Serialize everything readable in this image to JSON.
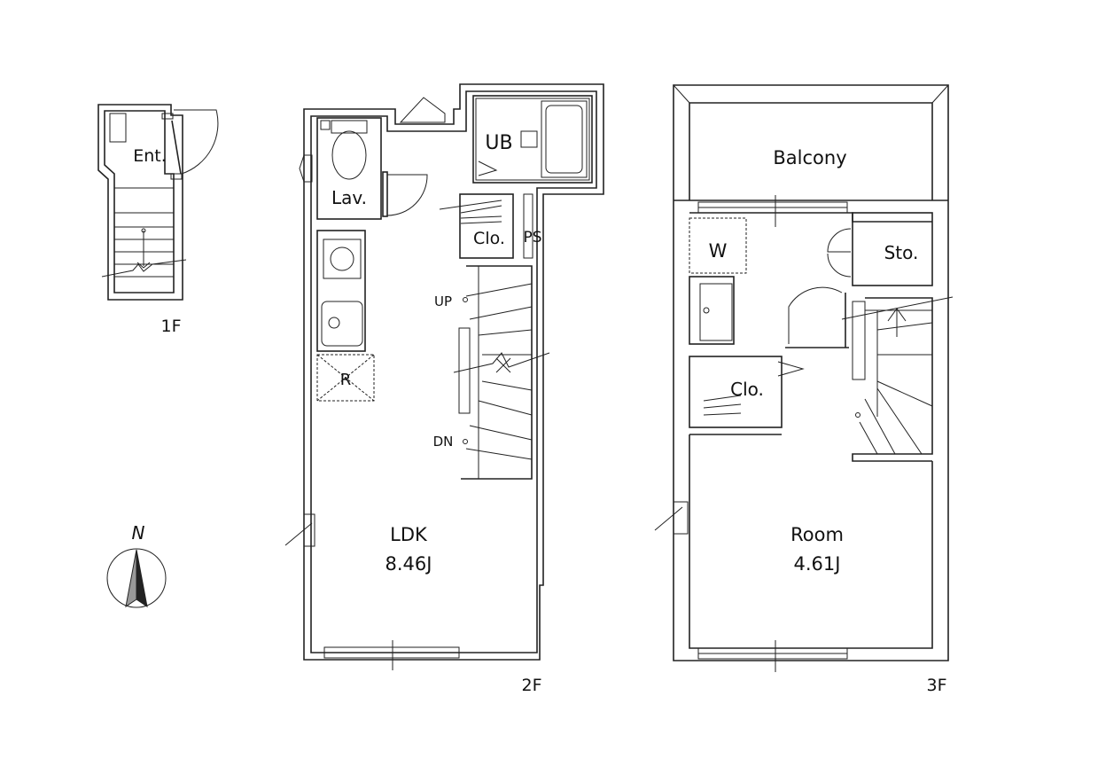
{
  "floors": {
    "f1": {
      "label": "1F",
      "rooms": {
        "entrance": "Ent."
      }
    },
    "f2": {
      "label": "2F",
      "rooms": {
        "unit_bath": "UB",
        "lavatory": "Lav.",
        "closet": "Clo.",
        "pipe_space": "PS",
        "refrigerator": "R",
        "ldk_name": "LDK",
        "ldk_size": "8.46J"
      },
      "stairs": {
        "up": "UP",
        "down": "DN"
      }
    },
    "f3": {
      "label": "3F",
      "rooms": {
        "balcony": "Balcony",
        "washer": "W",
        "storage": "Sto.",
        "closet": "Clo.",
        "room_name": "Room",
        "room_size": "4.61J"
      }
    }
  },
  "compass": {
    "label": "N"
  }
}
